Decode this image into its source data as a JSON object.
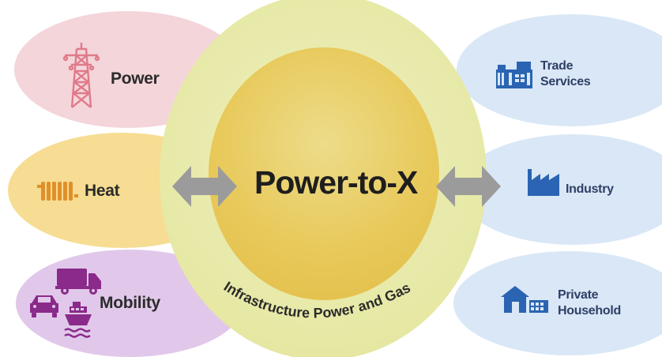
{
  "center": {
    "title": "Power-to-X",
    "ring_caption": "Infrastructure Power and Gas"
  },
  "left_sectors": [
    {
      "label": "Power",
      "icon": "power-pylon-icon",
      "color": "#f3d5da"
    },
    {
      "label": "Heat",
      "icon": "radiator-icon",
      "color": "#f6dd93"
    },
    {
      "label": "Mobility",
      "icon": "vehicles-icon",
      "color": "#e1c8ea"
    }
  ],
  "right_sectors": [
    {
      "label_line1": "Trade",
      "label_line2": "Services",
      "icon": "building-icon",
      "color": "#d9e7f6"
    },
    {
      "label_line1": "Industry",
      "label_line2": "",
      "icon": "factory-icon",
      "color": "#d9e7f6"
    },
    {
      "label_line1": "Private",
      "label_line2": "Household",
      "icon": "house-icon",
      "color": "#d9e7f6"
    }
  ],
  "colors": {
    "outer_ring": "#e8eaa8",
    "inner_circle": "#eacb5a",
    "arrow": "#9b9b9b",
    "left_icon_power": "#e07a8a",
    "left_icon_heat": "#e0902a",
    "left_icon_mobility": "#8a2a8a",
    "right_icon": "#2a64b2"
  }
}
